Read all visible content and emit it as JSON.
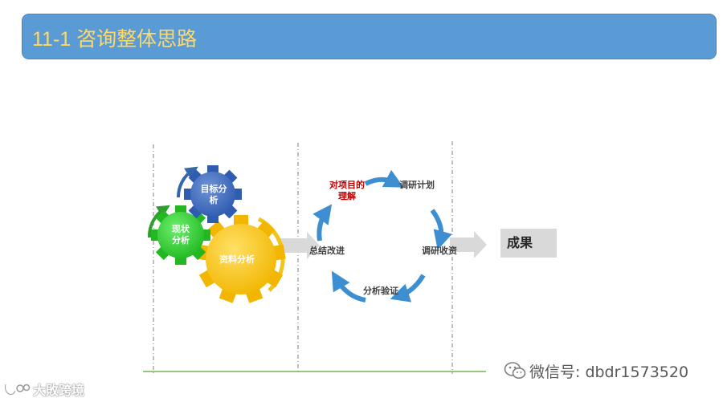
{
  "title": "11-1 咨询整体思路",
  "gears": [
    {
      "label": "目标分析",
      "color": "#4472c4"
    },
    {
      "label": "现状分析",
      "color": "#33cc33"
    },
    {
      "label": "资料分析",
      "color": "#ffc000"
    }
  ],
  "cycle": [
    {
      "label": "对项目的理解",
      "highlight": true
    },
    {
      "label": "调研计划",
      "highlight": false
    },
    {
      "label": "调研收资",
      "highlight": false
    },
    {
      "label": "分析验证",
      "highlight": false
    },
    {
      "label": "总结改进",
      "highlight": false
    }
  ],
  "result_label": "成果",
  "watermark": {
    "wechat": "微信号: dbdr1573520",
    "brand": "大敗跨境"
  }
}
